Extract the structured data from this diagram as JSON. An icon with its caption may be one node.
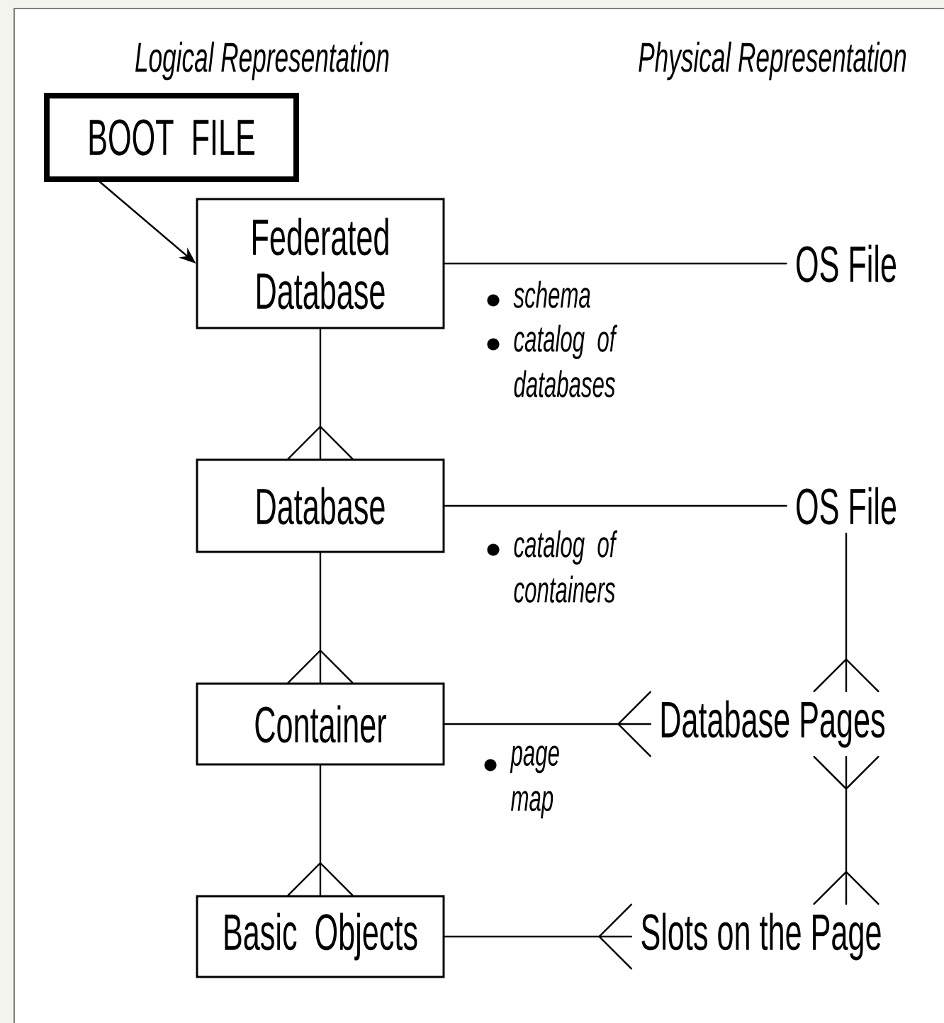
{
  "diagram": {
    "nodes": [
      {
        "text": [
          "BOOT FILE"
        ]
      },
      {
        "text": [
          "Federated Database"
        ],
        "beside": [
          "schema",
          "catalog of databases"
        ]
      },
      {
        "text": [
          "OS File"
        ]
      },
      {
        "text": [
          "Database"
        ],
        "beside": [
          "catalog of containers"
        ]
      },
      {
        "text": [
          "OS File"
        ]
      },
      {
        "text": [
          "Container"
        ],
        "beside": [
          "page map"
        ]
      },
      {
        "text": [
          "Database Pages"
        ]
      },
      {
        "text": [
          "Basic Objects"
        ]
      },
      {
        "text": [
          "Slots on the Page"
        ]
      }
    ],
    "edges": [
      {
        "from": 0,
        "to": 1,
        "arrow": "to"
      },
      {
        "from": 1,
        "to": 2,
        "arrow": "none"
      },
      {
        "from": 1,
        "to": 3,
        "arrow": "other"
      },
      {
        "from": 3,
        "to": 4,
        "arrow": "none"
      },
      {
        "from": 3,
        "to": 5,
        "arrow": "other"
      },
      {
        "from": 5,
        "to": 6,
        "arrow": "other"
      },
      {
        "from": 4,
        "to": 6,
        "arrow": "other"
      },
      {
        "from": 5,
        "to": 7,
        "arrow": "other"
      },
      {
        "from": 6,
        "to": 8,
        "arrow": "other"
      },
      {
        "from": 7,
        "to": 8,
        "arrow": "other"
      }
    ],
    "labels": [
      "Logical Representation",
      "Physical Representation"
    ]
  }
}
